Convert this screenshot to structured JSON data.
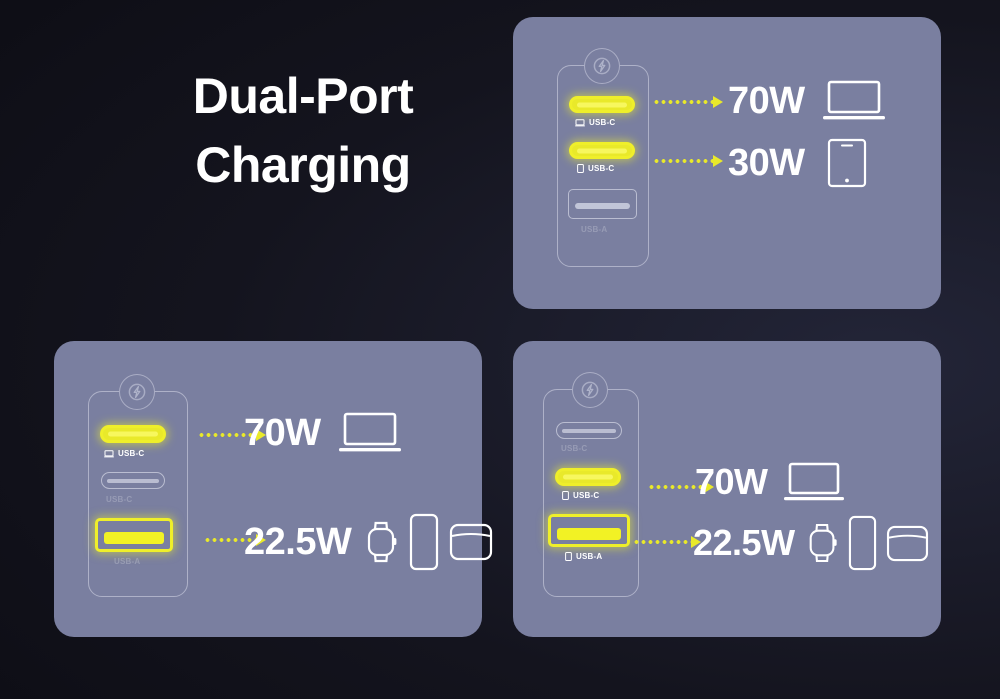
{
  "heading": {
    "line1": "Dual-Port",
    "line2": "Charging"
  },
  "colors": {
    "background": "#0c0c13",
    "panel": "#7a7fa0",
    "accent_yellow": "#e9e92a",
    "text_white": "#ffffff",
    "port_inactive": "rgba(238,241,250,0.55)"
  },
  "panels": [
    {
      "id": "panel-top-right",
      "ports": [
        {
          "label": "USB-C",
          "type": "usb-c",
          "active": true,
          "icon": "laptop-icon"
        },
        {
          "label": "USB-C",
          "type": "usb-c",
          "active": true,
          "icon": "phone-icon"
        },
        {
          "label": "USB-A",
          "type": "usb-a",
          "active": false,
          "icon": "phone-icon"
        }
      ],
      "outputs": [
        {
          "watt": "70W",
          "devices": [
            "laptop-icon"
          ]
        },
        {
          "watt": "30W",
          "devices": [
            "tablet-icon"
          ]
        }
      ]
    },
    {
      "id": "panel-bottom-left",
      "ports": [
        {
          "label": "USB-C",
          "type": "usb-c",
          "active": true,
          "icon": "laptop-icon"
        },
        {
          "label": "USB-C",
          "type": "usb-c",
          "active": false,
          "icon": "phone-icon"
        },
        {
          "label": "USB-A",
          "type": "usb-a",
          "active": true,
          "icon": "phone-icon"
        }
      ],
      "outputs": [
        {
          "watt": "70W",
          "devices": [
            "laptop-icon"
          ]
        },
        {
          "watt": "22.5W",
          "devices": [
            "watch-icon",
            "phone-icon",
            "earbuds-case-icon"
          ]
        }
      ]
    },
    {
      "id": "panel-bottom-right",
      "ports": [
        {
          "label": "USB-C",
          "type": "usb-c",
          "active": false,
          "icon": "laptop-icon"
        },
        {
          "label": "USB-C",
          "type": "usb-c",
          "active": true,
          "icon": "phone-icon"
        },
        {
          "label": "USB-A",
          "type": "usb-a",
          "active": true,
          "icon": "phone-icon"
        }
      ],
      "outputs": [
        {
          "watt": "70W",
          "devices": [
            "laptop-icon"
          ]
        },
        {
          "watt": "22.5W",
          "devices": [
            "watch-icon",
            "phone-icon",
            "earbuds-case-icon"
          ]
        }
      ]
    }
  ],
  "badge_icon": "lightning-bolt-icon"
}
